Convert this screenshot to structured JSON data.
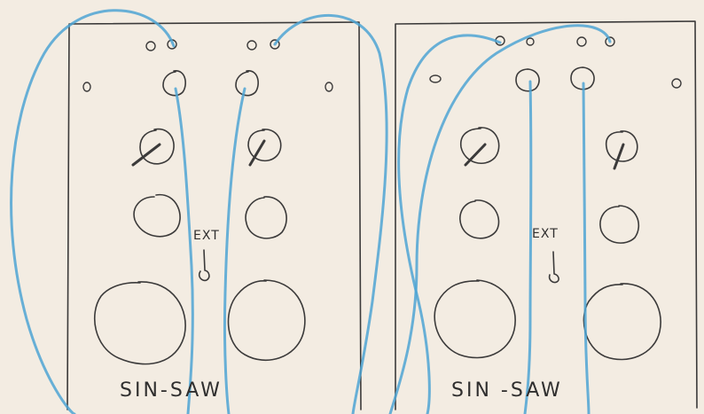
{
  "modules": [
    {
      "title": "SIN-SAW",
      "ext_label": "EXT"
    },
    {
      "title": "SIN -SAW",
      "ext_label": "EXT"
    }
  ],
  "colors": {
    "paper": "#f3ece2",
    "pencil": "#3b3a3a",
    "cable": "#4ea4d4"
  }
}
